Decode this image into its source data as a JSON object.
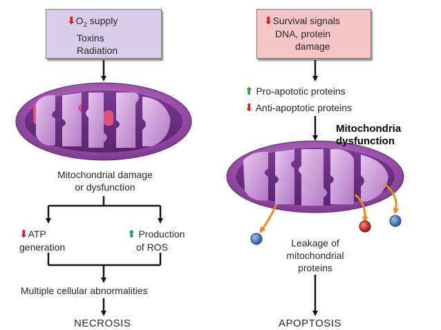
{
  "left": {
    "box_line1_prefix": "O",
    "box_line1_subscript": "2",
    "box_line1_suffix": " supply",
    "box_line2": "Toxins",
    "box_line3": "Radiation",
    "damage_line1": "Mitochondrial damage",
    "damage_line2": "or dysfunction",
    "atp_line1": "ATP",
    "atp_line2": "generation",
    "ros_line1": "Production",
    "ros_line2": "of ROS",
    "abnormalities": "Multiple cellular abnormalities",
    "outcome": "NECROSIS"
  },
  "right": {
    "box_line1": "Survival signals",
    "box_line2": "DNA, protein",
    "box_line3": "damage",
    "pro_apoptotic": "Pro-apototic proteins",
    "anti_apoptotic": "Anti-apoptotic proteins",
    "dysfunction_line1": "Mitochondria",
    "dysfunction_line2": "dysfunction",
    "leakage_line1": "Leakage of",
    "leakage_line2": "mitochondrial",
    "leakage_line3": "proteins",
    "outcome": "APOPTOSIS"
  },
  "symbols": {
    "decrease": "⬇",
    "increase": "⬆"
  },
  "colors": {
    "decrease_arrow": "#d41d24",
    "increase_arrow": "#23a13f",
    "left_box_fill": "#d9cdea",
    "right_box_fill": "#f6c6c6",
    "mitochondrion": "#9a4fa8",
    "leak_arrow": "#e58a1f",
    "protein_blue": "#3f6fb4",
    "protein_red": "#cc2222"
  }
}
